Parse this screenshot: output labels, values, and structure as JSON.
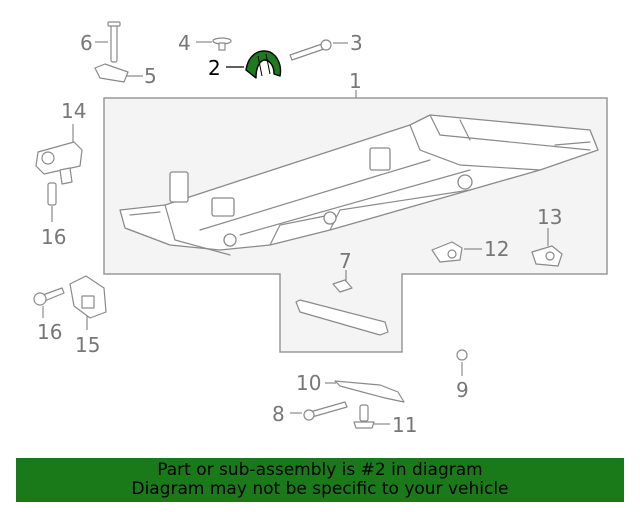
{
  "callouts": {
    "c1": "1",
    "c2": "2",
    "c3": "3",
    "c4": "4",
    "c5": "5",
    "c6": "6",
    "c7": "7",
    "c8": "8",
    "c9": "9",
    "c10": "10",
    "c11": "11",
    "c12": "12",
    "c13": "13",
    "c14": "14",
    "c15": "15",
    "c16a": "16",
    "c16b": "16"
  },
  "highlight_part": "2",
  "colors": {
    "highlight": "#1f7a1f",
    "banner": "#1a7a1a",
    "line": "#8a8a8a"
  },
  "banner": {
    "line1": "Part or sub-assembly is #2 in diagram",
    "line2": "Diagram may not be specific to your vehicle"
  }
}
